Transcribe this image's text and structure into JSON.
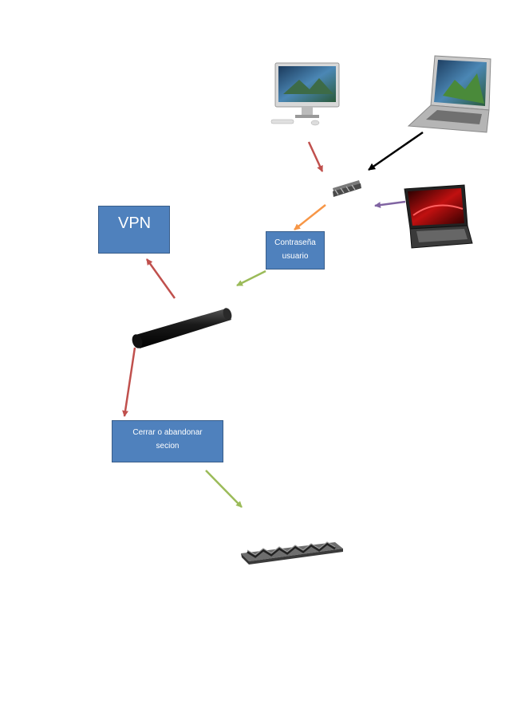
{
  "boxes": {
    "vpn": "VPN",
    "password_line1": "Contraseña",
    "password_line2": "usuario",
    "close_line1": "Cerrar o abandonar",
    "close_line2": "secion"
  },
  "icons": {
    "desktop": "imac-desktop-icon",
    "laptop_top": "laptop-icon",
    "laptop_red": "red-laptop-icon",
    "www_small": "www-3d-text-icon",
    "pipe": "black-cylinder-icon",
    "www_large": "www-3d-text-icon"
  },
  "colors": {
    "box_fill": "#4f81bd",
    "box_border": "#385d8a",
    "arrow_red": "#c0504d",
    "arrow_black": "#000000",
    "arrow_purple": "#8064a2",
    "arrow_orange": "#f79646",
    "arrow_green": "#9bbb59"
  }
}
